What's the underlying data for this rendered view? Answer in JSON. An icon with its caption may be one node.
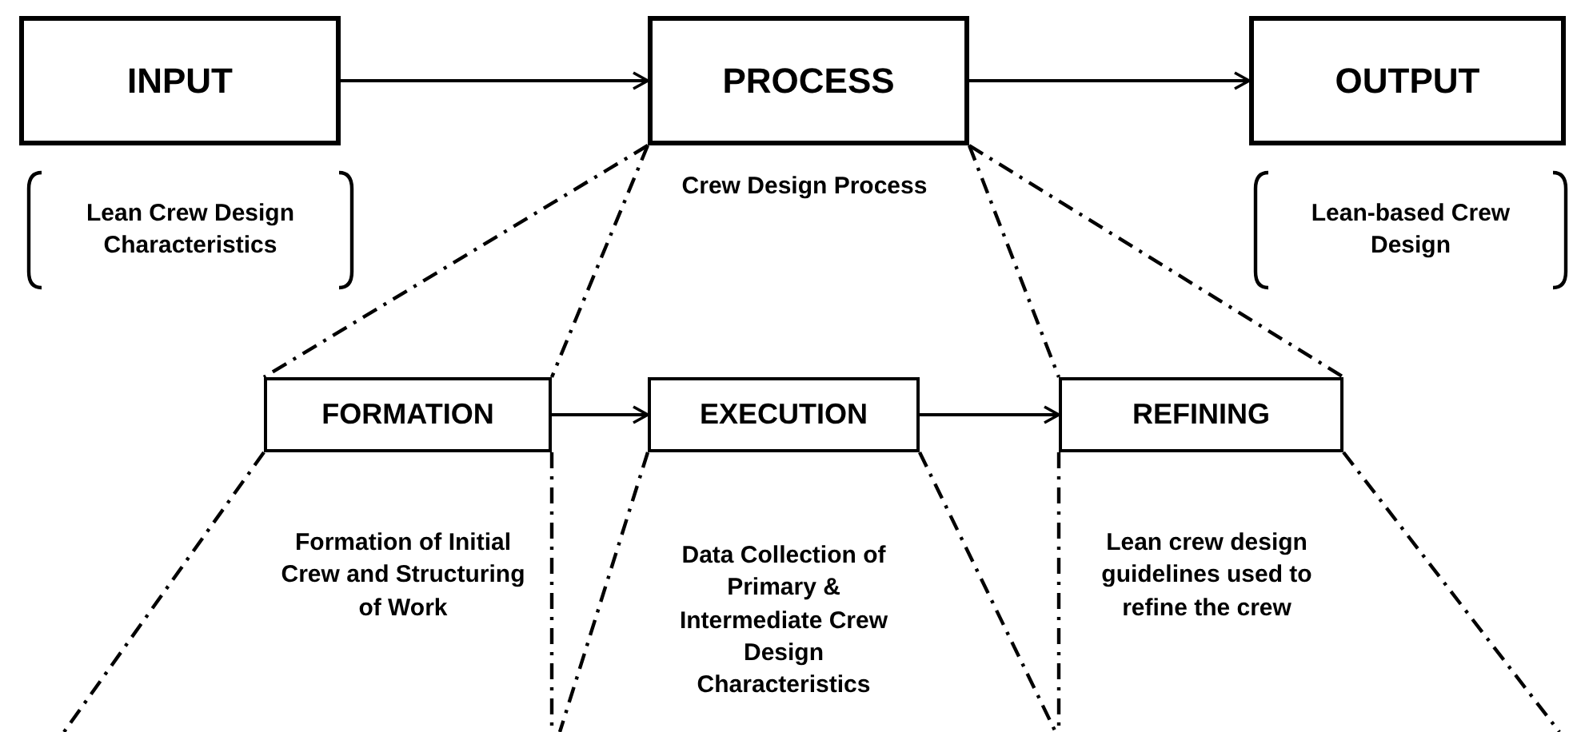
{
  "diagram": {
    "nodes": [
      {
        "text": [
          "INPUT"
        ],
        "beside": [
          "Lean Crew Design Characteristics"
        ]
      },
      {
        "text": [
          "PROCESS"
        ],
        "beside": [
          "Crew Design Process"
        ]
      },
      {
        "text": [
          "OUTPUT"
        ],
        "beside": [
          "Lean-based Crew Design"
        ]
      },
      {
        "text": [
          "FORMATION"
        ]
      },
      {
        "text": [
          "EXECUTION"
        ]
      },
      {
        "text": [
          "REFINING"
        ]
      }
    ],
    "labels": [
      "Formation of Initial Crew and Structuring of Work",
      "Data Collection of Primary & Intermediate Crew Design Characteristics",
      "Lean crew design guidelines used to refine the crew"
    ],
    "edges": [
      {
        "from": 0,
        "to": 1,
        "arrow": "to"
      },
      {
        "from": 1,
        "to": 2,
        "arrow": "to"
      },
      {
        "from": 3,
        "to": 4,
        "arrow": "to"
      },
      {
        "from": 4,
        "to": 5,
        "arrow": "to"
      },
      {
        "from": 1,
        "to": 3,
        "arrow": "none",
        "style": "dashed"
      },
      {
        "from": 1,
        "to": 3,
        "arrow": "none",
        "style": "dashed"
      },
      {
        "from": 1,
        "to": 5,
        "arrow": "none",
        "style": "dashed"
      },
      {
        "from": 1,
        "to": 5,
        "arrow": "none",
        "style": "dashed"
      },
      {
        "from": 3,
        "to": null,
        "arrow": "none",
        "style": "dashed"
      },
      {
        "from": 3,
        "to": null,
        "arrow": "none",
        "style": "dashed"
      },
      {
        "from": 4,
        "to": null,
        "arrow": "none",
        "style": "dashed"
      },
      {
        "from": 4,
        "to": null,
        "arrow": "none",
        "style": "dashed"
      },
      {
        "from": 5,
        "to": null,
        "arrow": "none",
        "style": "dashed"
      },
      {
        "from": 5,
        "to": null,
        "arrow": "none",
        "style": "dashed"
      }
    ]
  }
}
